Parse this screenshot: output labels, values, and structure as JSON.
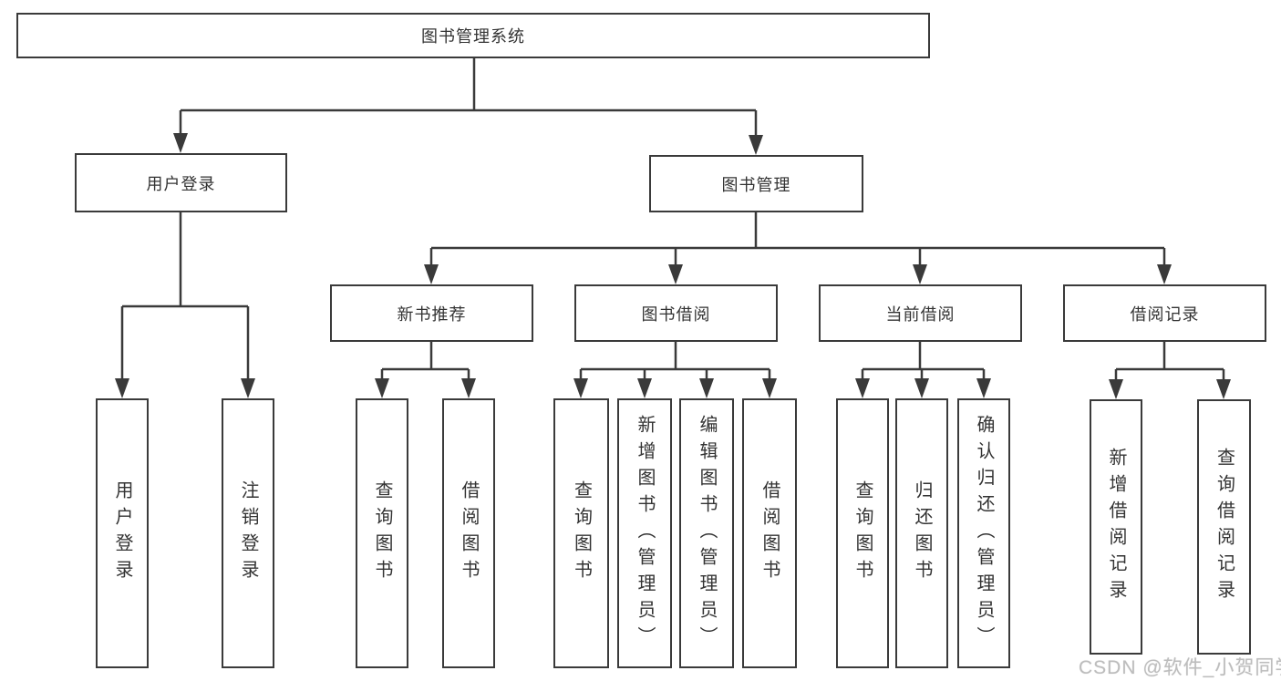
{
  "tree": {
    "root": "图书管理系统",
    "branches": [
      {
        "label": "用户登录",
        "children": [
          "用户登录",
          "注销登录"
        ]
      },
      {
        "label": "图书管理",
        "children": [
          {
            "label": "新书推荐",
            "children": [
              "查询图书",
              "借阅图书"
            ]
          },
          {
            "label": "图书借阅",
            "children": [
              "查询图书",
              "新增图书（管理员）",
              "编辑图书（管理员）",
              "借阅图书"
            ]
          },
          {
            "label": "当前借阅",
            "children": [
              "查询图书",
              "归还图书",
              "确认归还（管理员）"
            ]
          },
          {
            "label": "借阅记录",
            "children": [
              "新增借阅记录",
              "查询借阅记录"
            ]
          }
        ]
      }
    ]
  },
  "watermark": "CSDN @软件_小贺同学",
  "colors": {
    "background": "#ffffff",
    "line": "#3a3a3a",
    "box_border": "#3a3a3a",
    "text": "#333333",
    "watermark": "#bdbdbd"
  }
}
